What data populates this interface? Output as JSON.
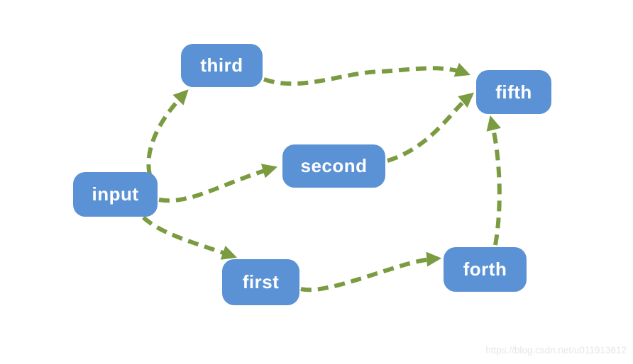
{
  "diagram": {
    "type": "flow-diagram",
    "nodes": [
      {
        "id": "input",
        "label": "input"
      },
      {
        "id": "first",
        "label": "first"
      },
      {
        "id": "second",
        "label": "second"
      },
      {
        "id": "third",
        "label": "third"
      },
      {
        "id": "forth",
        "label": "forth"
      },
      {
        "id": "fifth",
        "label": "fifth"
      }
    ],
    "edges": [
      {
        "from": "input",
        "to": "third"
      },
      {
        "from": "input",
        "to": "second"
      },
      {
        "from": "input",
        "to": "first"
      },
      {
        "from": "third",
        "to": "fifth"
      },
      {
        "from": "second",
        "to": "fifth"
      },
      {
        "from": "first",
        "to": "forth"
      },
      {
        "from": "forth",
        "to": "fifth"
      }
    ]
  },
  "colors": {
    "node_fill": "#5B92D5",
    "node_text": "#FFFFFF",
    "edge": "#7B9B40",
    "background": "#FFFFFF",
    "watermark": "#E6E6E6"
  },
  "watermark": "https://blog.csdn.net/u011913612"
}
